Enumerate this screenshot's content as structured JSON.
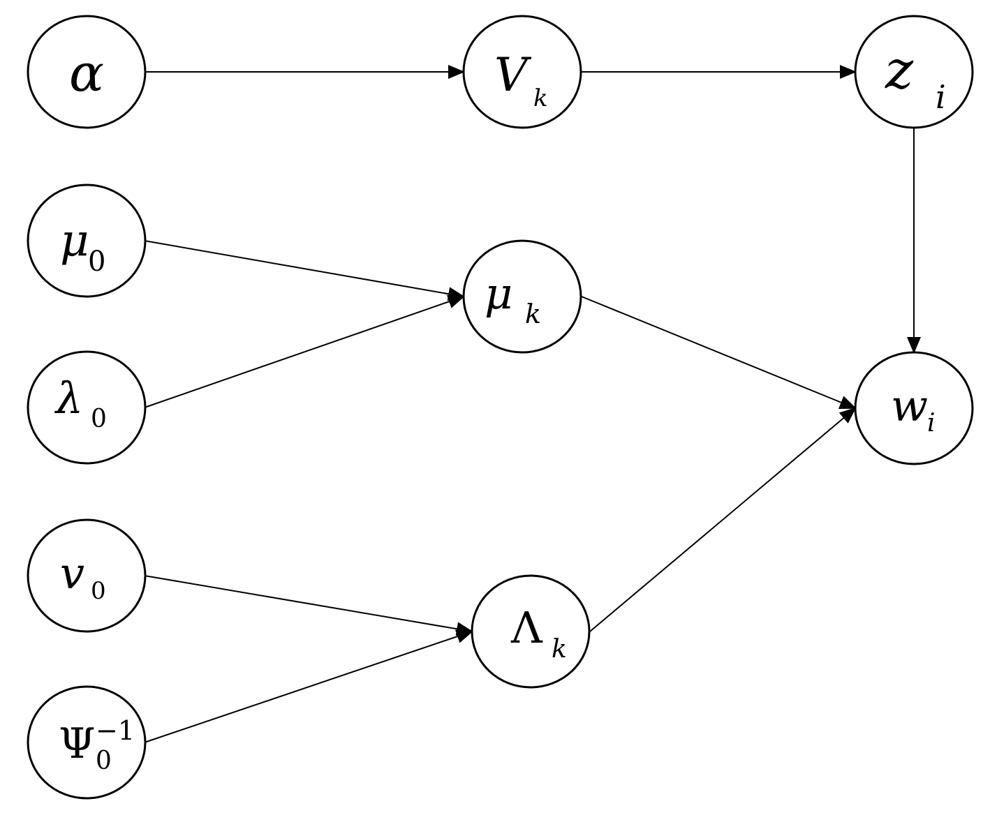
{
  "nodes": {
    "alpha": {
      "main": "α",
      "sub": "",
      "sup": ""
    },
    "v_k": {
      "main": "V",
      "sub": "k",
      "sup": ""
    },
    "z_i": {
      "main": "z",
      "sub": "i",
      "sup": ""
    },
    "mu_0": {
      "main": "μ",
      "sub": "0",
      "sup": ""
    },
    "mu_k": {
      "main": "μ",
      "sub": "k",
      "sup": ""
    },
    "lambda_0": {
      "main": "λ",
      "sub": "0",
      "sup": ""
    },
    "w_i": {
      "main": "w",
      "sub": "i",
      "sup": ""
    },
    "v_0": {
      "main": "v",
      "sub": "0",
      "sup": ""
    },
    "Lambda_k": {
      "main": "Λ",
      "sub": "k",
      "sup": ""
    },
    "Psi_0": {
      "main": "Ψ",
      "sub": "0",
      "sup": "−1"
    }
  },
  "edges": [
    {
      "from": "alpha",
      "to": "v_k"
    },
    {
      "from": "v_k",
      "to": "z_i"
    },
    {
      "from": "z_i",
      "to": "w_i"
    },
    {
      "from": "mu_0",
      "to": "mu_k"
    },
    {
      "from": "lambda_0",
      "to": "mu_k"
    },
    {
      "from": "mu_k",
      "to": "w_i"
    },
    {
      "from": "v_0",
      "to": "Lambda_k"
    },
    {
      "from": "Psi_0",
      "to": "Lambda_k"
    },
    {
      "from": "Lambda_k",
      "to": "w_i"
    }
  ]
}
